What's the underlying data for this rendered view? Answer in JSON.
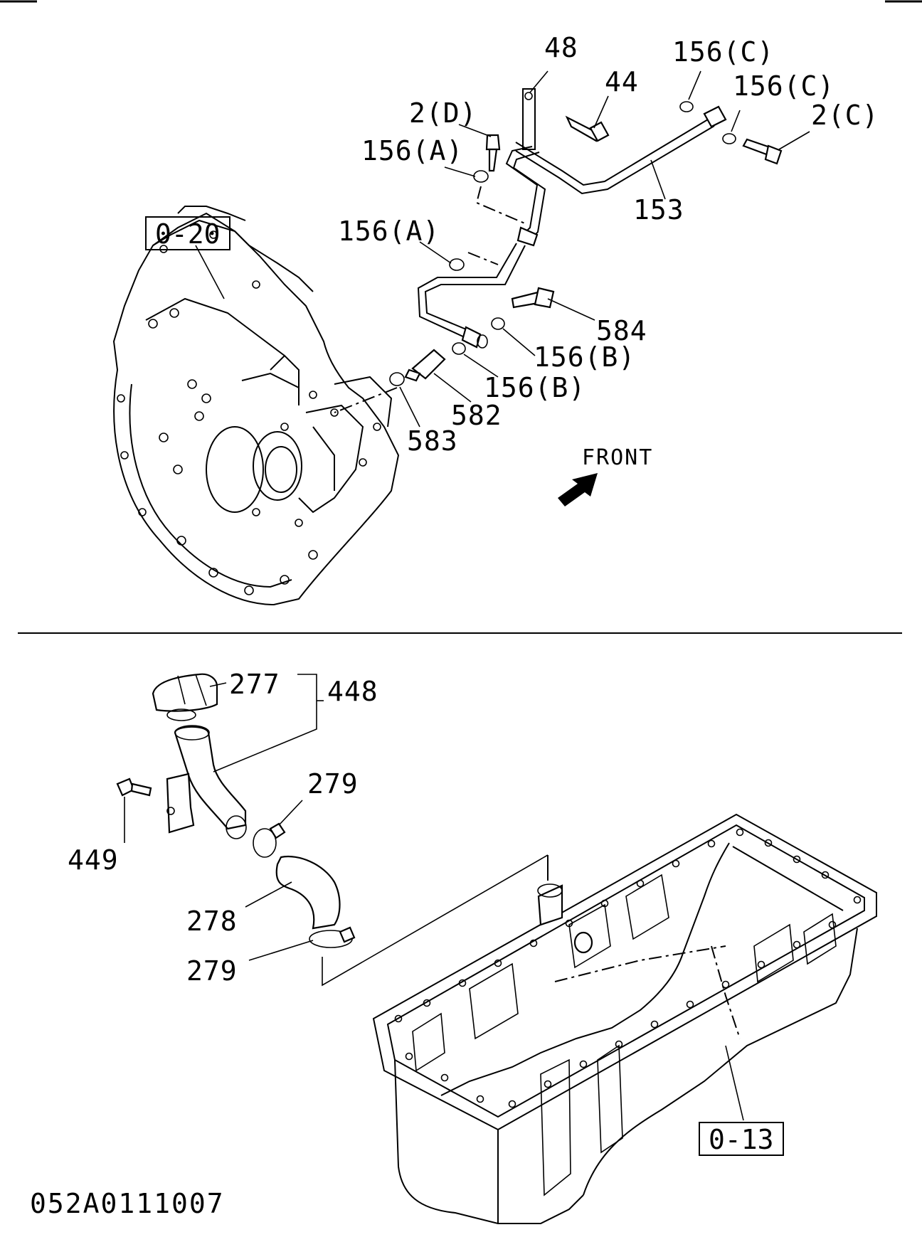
{
  "diagram": {
    "callouts": {
      "c48": "48",
      "c44": "44",
      "c156c_1": "156(C)",
      "c156c_2": "156(C)",
      "c2c": "2(C)",
      "c2d": "2(D)",
      "c156a_1": "156(A)",
      "c153": "153",
      "c156a_2": "156(A)",
      "c584": "584",
      "c156b_1": "156(B)",
      "c156b_2": "156(B)",
      "c582": "582",
      "c583": "583",
      "c277": "277",
      "c448": "448",
      "c279_1": "279",
      "c449": "449",
      "c278": "278",
      "c279_2": "279"
    },
    "references": {
      "ref_flywheel_housing": "0-20",
      "ref_oil_pan": "0-13"
    },
    "direction_label": "FRONT",
    "drawing_code": "052A0111007"
  }
}
